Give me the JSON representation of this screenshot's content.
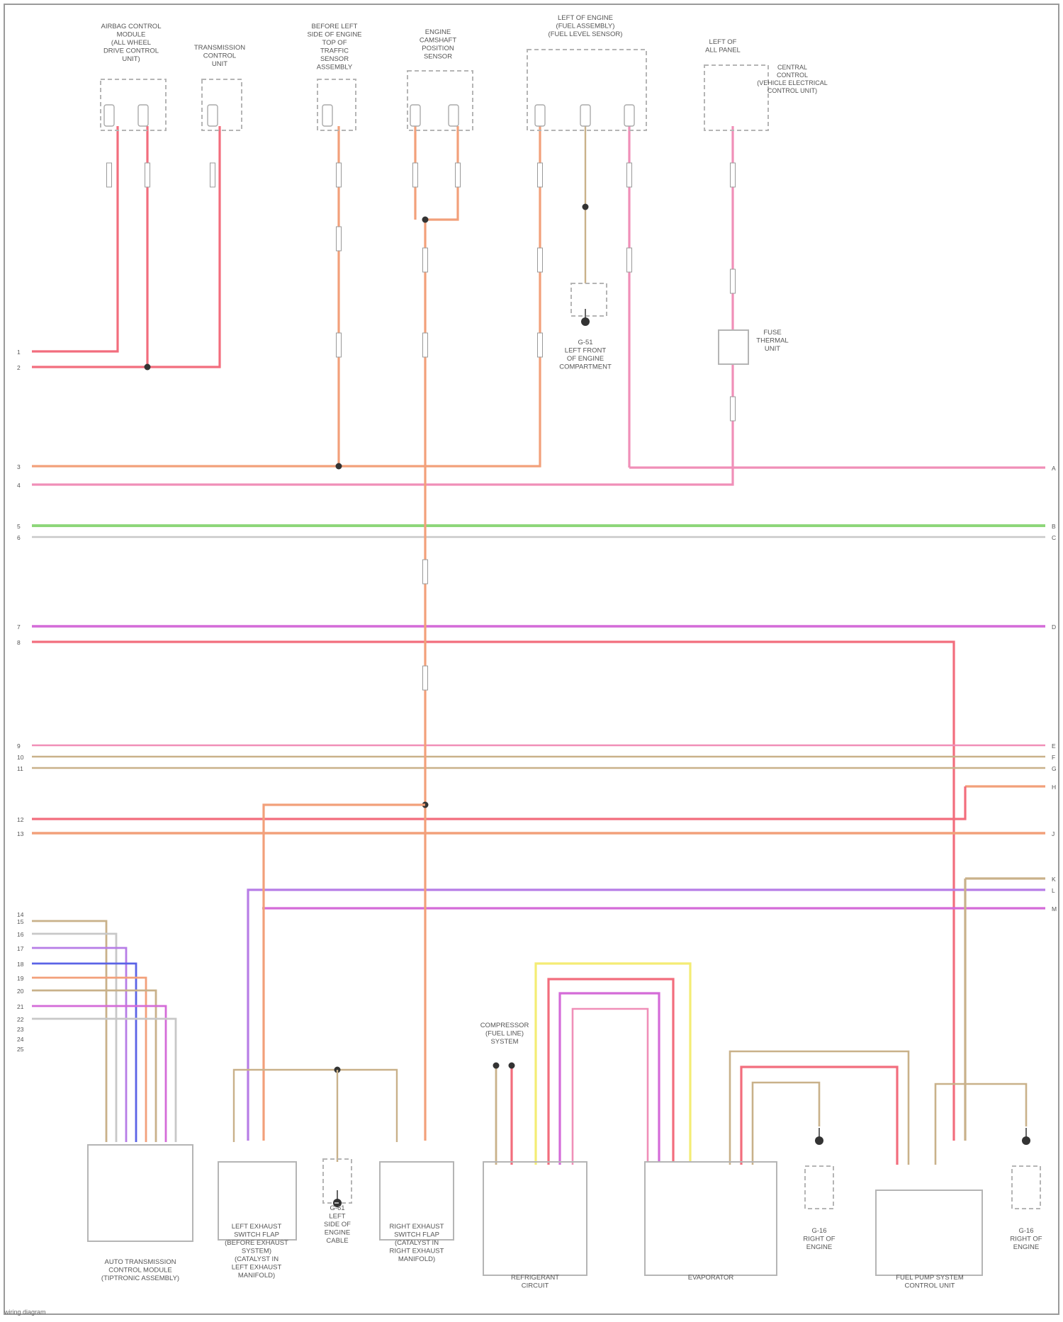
{
  "diagram": {
    "components_top": [
      {
        "id": "c1",
        "label": [
          "AIRBAG CONTROL",
          "MODULE",
          "(ALL WHEEL",
          "DRIVE CONTROL",
          "UNIT)"
        ]
      },
      {
        "id": "c2",
        "label": [
          "TRANSMISSION",
          "CONTROL",
          "UNIT"
        ]
      },
      {
        "id": "c3",
        "label": [
          "BEFORE LEFT",
          "SIDE OF ENGINE",
          "TOP OF",
          "TRAFFIC",
          "SENSOR",
          "ASSEMBLY"
        ]
      },
      {
        "id": "c4",
        "label": [
          "ENGINE",
          "CAMSHAFT",
          "POSITION",
          "SENSOR"
        ]
      },
      {
        "id": "c5",
        "label": [
          "LEFT OF ENGINE",
          "(FUEL ASSEMBLY)",
          "(FUEL LEVEL SENSOR)"
        ]
      },
      {
        "id": "c6",
        "label": [
          "LEFT OF",
          "ALL PANEL"
        ],
        "side_notes": [
          "CENTRAL",
          "CONTROL",
          "(VEHICLE ELECTRICAL",
          "CONTROL UNIT)"
        ]
      }
    ],
    "components_mid": [
      {
        "id": "g1",
        "label": [
          "G-51",
          "LEFT FRONT",
          "OF ENGINE",
          "COMPARTMENT"
        ]
      },
      {
        "id": "r1",
        "label": [
          "FUSE",
          "THERMAL",
          "UNIT"
        ]
      }
    ],
    "components_bottom": [
      {
        "id": "b1",
        "label": [
          "AUTO TRANSMISSION",
          "CONTROL MODULE",
          "(TIPTRONIC ASSEMBLY)"
        ]
      },
      {
        "id": "b2",
        "label": [
          "LEFT EXHAUST",
          "SWITCH FLAP",
          "(BEFORE EXHAUST",
          "SYSTEM)",
          "(CATALYST IN",
          "LEFT EXHAUST",
          "MANIFOLD)"
        ]
      },
      {
        "id": "b3",
        "label": [
          "G-61",
          "LEFT",
          "SIDE OF",
          "ENGINE",
          "CABLE"
        ]
      },
      {
        "id": "b4",
        "label": [
          "RIGHT EXHAUST",
          "SWITCH FLAP",
          "(CATALYST IN",
          "RIGHT EXHAUST",
          "MANIFOLD)"
        ]
      },
      {
        "id": "b5",
        "label": [
          "COMPRESSOR",
          "(FUEL LINE)",
          "SYSTEM"
        ]
      },
      {
        "id": "b6",
        "label": [
          "REFRIGERANT",
          "CIRCUIT"
        ]
      },
      {
        "id": "b7",
        "label": [
          "EVAPORATOR"
        ]
      },
      {
        "id": "b8",
        "label": [
          "G-16",
          "RIGHT OF",
          "ENGINE"
        ]
      },
      {
        "id": "b9",
        "label": [
          "FUEL PUMP SYSTEM",
          "CONTROL UNIT"
        ]
      },
      {
        "id": "b10",
        "label": [
          "G-16",
          "RIGHT OF",
          "ENGINE"
        ]
      }
    ],
    "left_pins": [
      "1",
      "2",
      "3",
      "4",
      "5",
      "6",
      "7",
      "8",
      "9",
      "10",
      "11",
      "12",
      "13",
      "14",
      "15",
      "16",
      "17",
      "18",
      "19",
      "20",
      "21",
      "22",
      "23",
      "24",
      "25"
    ],
    "right_pins": [
      "A",
      "B",
      "C",
      "D",
      "E",
      "F",
      "G",
      "H",
      "J",
      "K",
      "L",
      "M"
    ],
    "footer": "wiring diagram"
  },
  "colors": {
    "red": "#f26d7d",
    "pink": "#f08fb8",
    "orange": "#f2a07a",
    "tan": "#c9b18a",
    "green": "#8ed67a",
    "magenta": "#d46bd8",
    "violet": "#b77de6",
    "blue": "#5b63e6",
    "yellow": "#f4ec74",
    "gray": "#c8c8c8"
  }
}
